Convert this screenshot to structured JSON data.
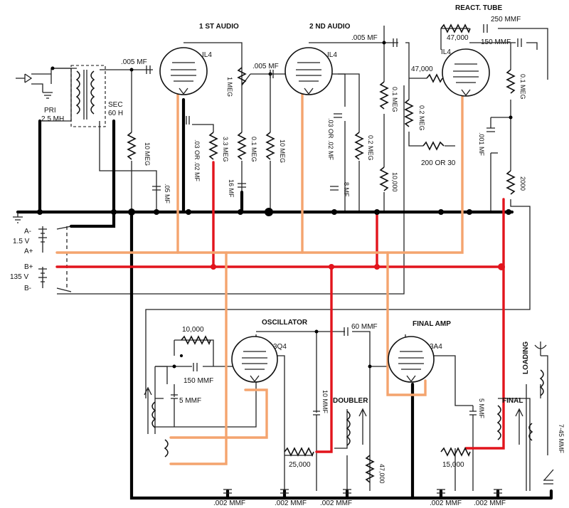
{
  "stages": {
    "first_audio": "1 ST AUDIO",
    "second_audio": "2 ND AUDIO",
    "react_tube": "REACT. TUBE",
    "oscillator": "OSCILLATOR",
    "final_amp": "FINAL AMP",
    "doubler": "DOUBLER",
    "final": "FINAL",
    "loading": "LOADING"
  },
  "tubes": {
    "first_audio": "IL4",
    "second_audio": "IL4",
    "react": "IL4",
    "oscillator": "3Q4",
    "final_amp": "3A4"
  },
  "transformer": {
    "pri": "PRI",
    "pri_value": "2.5 MH",
    "sec": "SEC",
    "sec_value": "60 H"
  },
  "supply": {
    "a_minus": "A-",
    "a_voltage": "1.5 V",
    "a_plus": "A+",
    "b_plus": "B+",
    "b_voltage": "135 V",
    "b_minus": "B-"
  },
  "components": {
    "c_input": ".005 MF",
    "r_grid1": "10 MEG",
    "c_bypass1": ".05 MF",
    "c_screen1": ".03 OR .02 MF",
    "r_plate1": "3.3 MEG",
    "vol_pot": "1 MEG",
    "c_coupling2": ".005 MF",
    "r_dec1": "0.1 MEG",
    "c_dec1": "16 MF",
    "r_grid2": "10 MEG",
    "c_screen2": ".03 OR .02 MF",
    "c_dec2": "8 MF",
    "r_plate2": "0.2 MEG",
    "c_out2": ".005 MF",
    "r_load2": "0.1 MEG",
    "r_pot2": "10,000",
    "r_react_grid": "47,000",
    "r_react_bias": "0.2 MEG",
    "r_react_alt": "200 OR 30",
    "r_react_fb": "47,000",
    "c_react_fb": "250 MMF",
    "c_react_plate": "150 MMF",
    "r_react_plate": "0.1 MEG",
    "c_react_byp": ".001 MF",
    "r_react_drop": "2000",
    "r_osc_grid": "10,000",
    "c_osc_grid": "150 MMF",
    "c_osc_tank": "5 MMF",
    "c_osc_couple": "60 MMF",
    "c_doubler": "10 MMF",
    "r_doubler_grid": "25,000",
    "c_byp_osc1": ".002 MMF",
    "c_byp_osc2": ".002 MMF",
    "c_byp_osc3": ".002 MMF",
    "r_47k_low": "47,000",
    "c_final_tank": "5 MMF",
    "r_final_grid": "15,000",
    "c_byp_fin1": ".002 MMF",
    "c_byp_fin2": ".002 MMF",
    "c_trimmer": "7-45 MMF"
  },
  "colors": {
    "ground_bus": "#000000",
    "b_plus_bus": "#e2141c",
    "filament_bus": "#f4a46e"
  }
}
